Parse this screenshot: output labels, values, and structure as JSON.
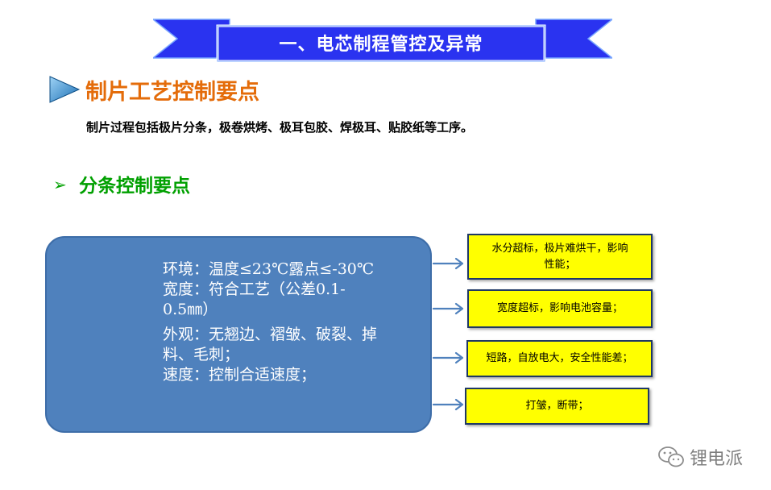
{
  "ribbon": {
    "title": "一、电芯制程管控及异常"
  },
  "section": {
    "title": "制片工艺控制要点",
    "intro": "制片过程包括极片分条，极卷烘烤、极耳包胶、焊极耳、贴胶纸等工序。"
  },
  "subsection": {
    "arrow": "➢",
    "title": "分条控制要点"
  },
  "controls": {
    "lines": [
      "环境：温度≤23℃露点≤-30℃",
      "宽度：符合工艺（公差0.1-",
      "0.5㎜）",
      "外观：无翘边、褶皱、破裂、掉",
      "料、毛刺；",
      "速度：控制合适速度；"
    ]
  },
  "consequences": [
    {
      "line1": "水分超标，极片难烘干，影响",
      "line2": "性能；"
    },
    {
      "line1": "宽度超标，影响电池容量；"
    },
    {
      "line1": "短路，自放电大，安全性能差；"
    },
    {
      "line1": "打皱，断带；"
    }
  ],
  "watermark": {
    "text": "锂电派"
  },
  "colors": {
    "ribbon_blue": "#2a33f0",
    "section_orange": "#e46c0a",
    "sub_green": "#00a000",
    "box_blue": "#4f81bd",
    "callout_yellow": "#ffff00"
  }
}
